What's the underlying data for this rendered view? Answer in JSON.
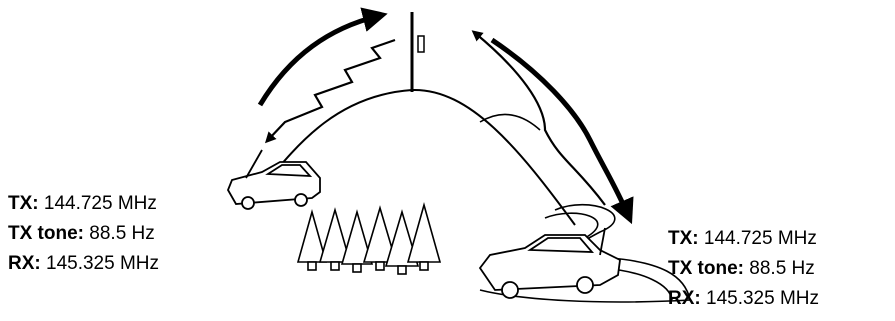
{
  "colors": {
    "ink": "#000000",
    "paper": "#ffffff"
  },
  "stations": [
    {
      "tx_label": "TX:",
      "tx_value": "144.725 MHz",
      "tone_label": "TX tone:",
      "tone_value": "88.5 Hz",
      "rx_label": "RX:",
      "rx_value": "145.325 MHz"
    },
    {
      "tx_label": "TX:",
      "tx_value": "144.725 MHz",
      "tone_label": "TX tone:",
      "tone_value": "88.5 Hz",
      "rx_label": "RX:",
      "rx_value": "145.325 MHz"
    }
  ],
  "icons": [
    "mountain-icon",
    "repeater-tower-icon",
    "car-icon",
    "tree-icon",
    "signal-arrow-icon"
  ]
}
